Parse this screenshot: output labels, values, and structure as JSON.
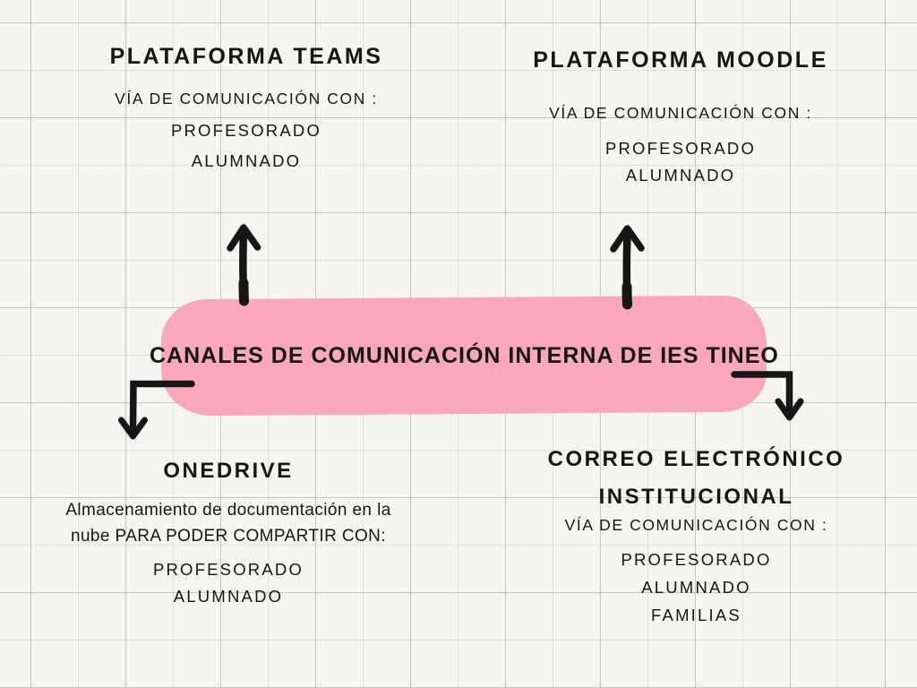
{
  "colors": {
    "banner_pink": "#f8a8ba",
    "ink": "#161616",
    "paper": "#f7f6f3"
  },
  "center": {
    "title": "CANALES DE COMUNICACIÓN INTERNA DE IES TINEO"
  },
  "nodes": {
    "teams": {
      "title": "PLATAFORMA TEAMS",
      "subtitle": "VÍA DE COMUNICACIÓN CON :",
      "audiences": [
        "PROFESORADO",
        "ALUMNADO"
      ]
    },
    "moodle": {
      "title": "PLATAFORMA MOODLE",
      "subtitle": "VÍA DE COMUNICACIÓN CON :",
      "audiences": [
        "PROFESORADO",
        "ALUMNADO"
      ]
    },
    "onedrive": {
      "title": "ONEDRIVE",
      "description_line1": "Almacenamiento de documentación en la",
      "description_line2": "nube PARA PODER COMPARTIR CON:",
      "audiences": [
        "PROFESORADO",
        "ALUMNADO"
      ]
    },
    "correo": {
      "title_line1": "CORREO ELECTRÓNICO",
      "title_line2": "INSTITUCIONAL",
      "subtitle": "VÍA DE COMUNICACIÓN CON :",
      "audiences": [
        "PROFESORADO",
        "ALUMNADO",
        "FAMILIAS"
      ]
    }
  },
  "connectors": {
    "to_teams": "arrow-up-icon",
    "to_moodle": "arrow-up-icon",
    "to_onedrive": "arrow-elbow-down-left-icon",
    "to_correo": "arrow-elbow-down-right-icon"
  }
}
